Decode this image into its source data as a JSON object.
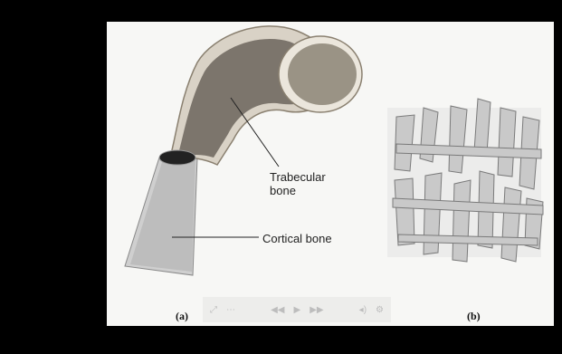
{
  "figure": {
    "labels": {
      "trabecular": "Trabecular bone",
      "cortical": "Cortical bone"
    },
    "captions": {
      "a": "(a)",
      "b": "(b)"
    }
  },
  "player": {
    "left_icons": [
      "fullscreen-icon",
      "time-icon"
    ],
    "center_icons": [
      "rewind-icon",
      "play-icon",
      "fast-forward-icon"
    ],
    "right_icons": [
      "volume-icon",
      "settings-icon"
    ]
  },
  "colors": {
    "background": "#000000",
    "slide": "#f7f7f5",
    "bone_shaft": "#cfcfcf",
    "marrow": "#555555"
  }
}
